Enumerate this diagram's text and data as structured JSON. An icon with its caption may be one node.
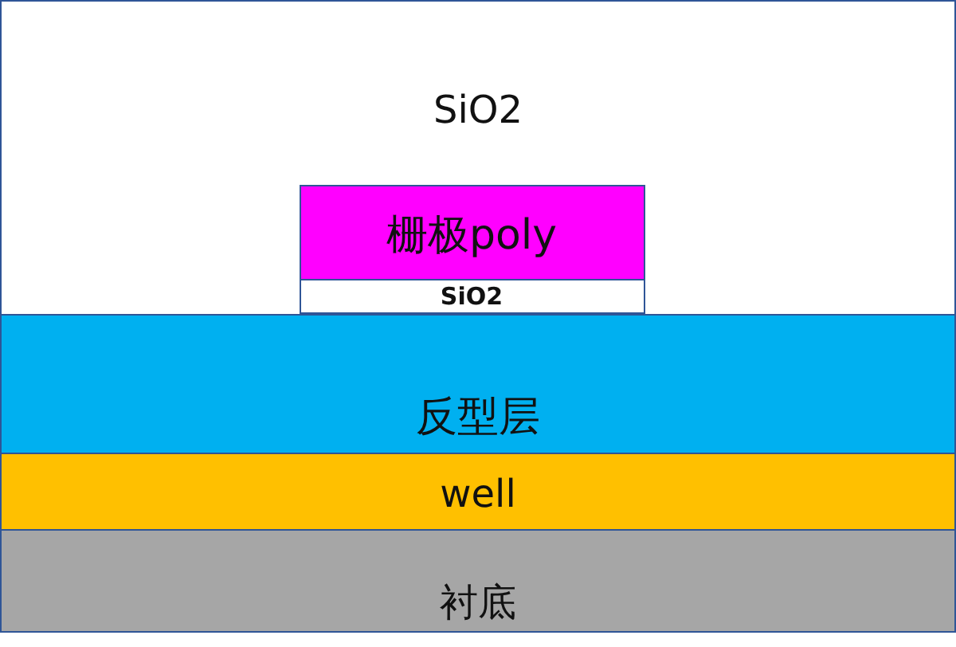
{
  "diagram": {
    "nodes": [
      {
        "text": [
          "SiO2"
        ]
      },
      {
        "text": [
          "栅极poly"
        ],
        "in": 0
      },
      {
        "text": [
          "SiO2"
        ],
        "in": 0
      },
      {
        "text": [
          "反型层"
        ]
      },
      {
        "text": [
          "well"
        ]
      },
      {
        "text": [
          "衬底"
        ]
      }
    ]
  }
}
